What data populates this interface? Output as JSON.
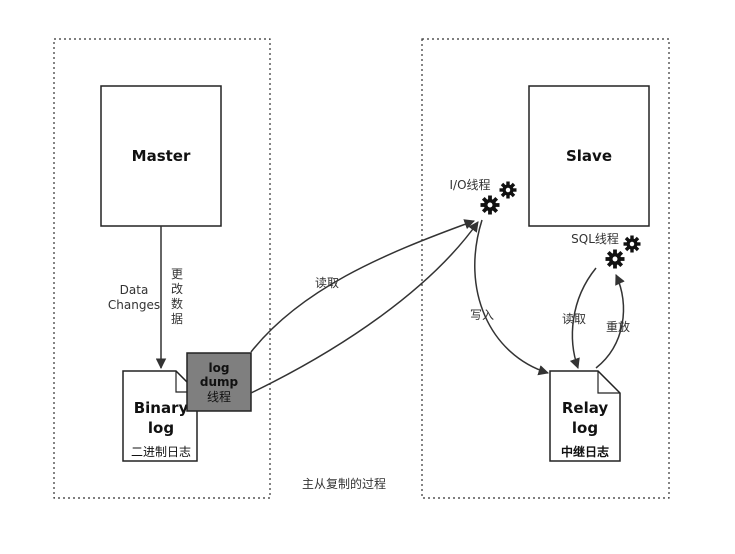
{
  "diagram": {
    "caption": "主从复制的过程",
    "master": {
      "title": "Master"
    },
    "slave": {
      "title": "Slave"
    },
    "master_arrow": {
      "label_en_line1": "Data",
      "label_en_line2": "Changes",
      "label_zh": [
        "更",
        "改",
        "数",
        "据"
      ]
    },
    "binary_log": {
      "line1": "Binary",
      "line2": "log",
      "caption": "二进制日志"
    },
    "dump_thread": {
      "line1": "log",
      "line2": "dump",
      "line3": "线程"
    },
    "relay_log": {
      "line1": "Relay",
      "line2": "log",
      "caption": "中继日志"
    },
    "io_thread": {
      "label": "I/O线程"
    },
    "sql_thread": {
      "label": "SQL线程"
    },
    "edges": {
      "read_from_dump": "读取",
      "write_relay": "写入",
      "sql_read": "读取",
      "replay": "重放"
    },
    "colors": {
      "dump_fill": "#7f7f7f",
      "stroke": "#333333",
      "gear": "#111111"
    }
  }
}
